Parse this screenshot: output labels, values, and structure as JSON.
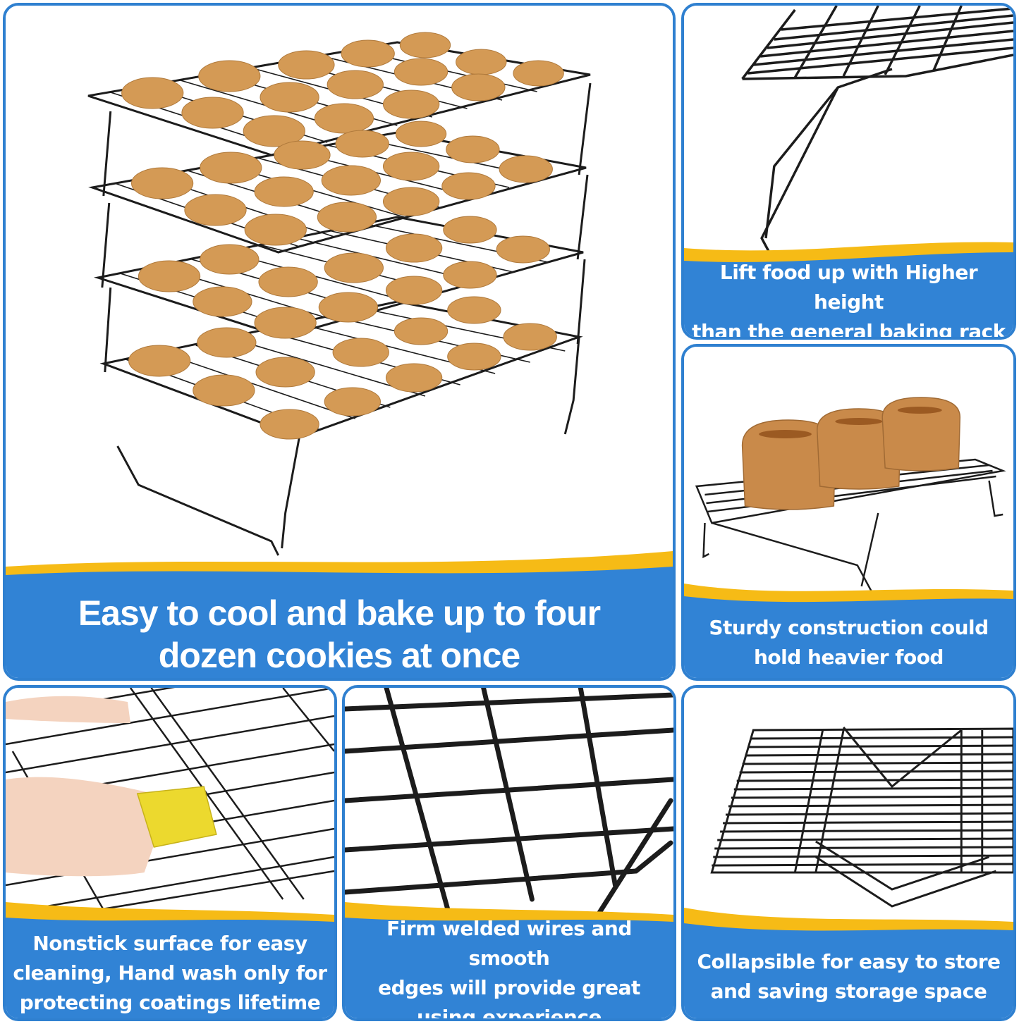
{
  "theme": {
    "border_color": "#2f80d0",
    "caption_bg": "#3183d5",
    "wave_accent": "#f6bb16",
    "caption_text": "#ffffff",
    "wire_color": "#1c1c1c",
    "cookie_color": "#d49a55",
    "bread_color": "#c98a4a",
    "sponge_color": "#ecd92e",
    "skin_color": "#f4d3bf"
  },
  "panels": [
    {
      "id": "main",
      "image_subject": "four-tier-stacked-cooling-racks-with-cookies",
      "caption_lines": [
        "Easy to cool and bake up to four",
        "dozen cookies at once"
      ]
    },
    {
      "id": "height",
      "image_subject": "rack-leg-closeup",
      "caption_lines": [
        "Lift food up with Higher height",
        "than the general baking rack"
      ]
    },
    {
      "id": "sturdy",
      "image_subject": "rack-with-bread-loaves",
      "caption_lines": [
        "Sturdy construction could",
        "hold heavier food"
      ]
    },
    {
      "id": "nonstick",
      "image_subject": "hand-cleaning-rack-with-sponge",
      "caption_lines": [
        "Nonstick surface for easy",
        "cleaning, Hand wash only for",
        "protecting coatings lifetime"
      ]
    },
    {
      "id": "welded",
      "image_subject": "welded-wire-closeup",
      "caption_lines": [
        "Firm welded wires and smooth",
        "edges will provide great",
        "using experience"
      ]
    },
    {
      "id": "collapsible",
      "image_subject": "folded-stacked-racks",
      "caption_lines": [
        "Collapsible for easy to store",
        "and saving storage space"
      ]
    }
  ]
}
